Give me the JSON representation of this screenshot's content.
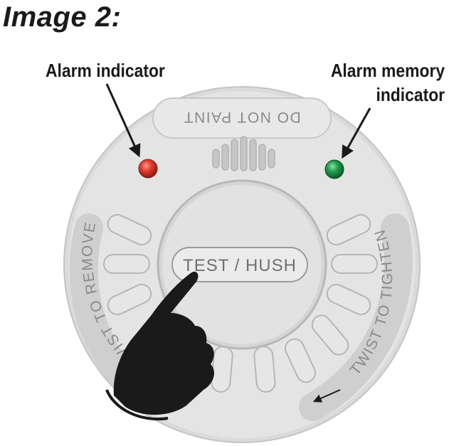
{
  "title": "Image 2:",
  "labels": {
    "alarm_indicator": "Alarm indicator",
    "alarm_memory_line1": "Alarm memory",
    "alarm_memory_line2": "indicator"
  },
  "device": {
    "top_label": "DO NOT PAINT",
    "left_label": "TWIST TO REMOVE",
    "right_label": "TWIST TO TIGHTEN",
    "button_label": "TEST / HUSH"
  },
  "colors": {
    "alarm_led": "#e23b2e",
    "memory_led": "#1e9e4a",
    "body": "#e3e3e3"
  }
}
